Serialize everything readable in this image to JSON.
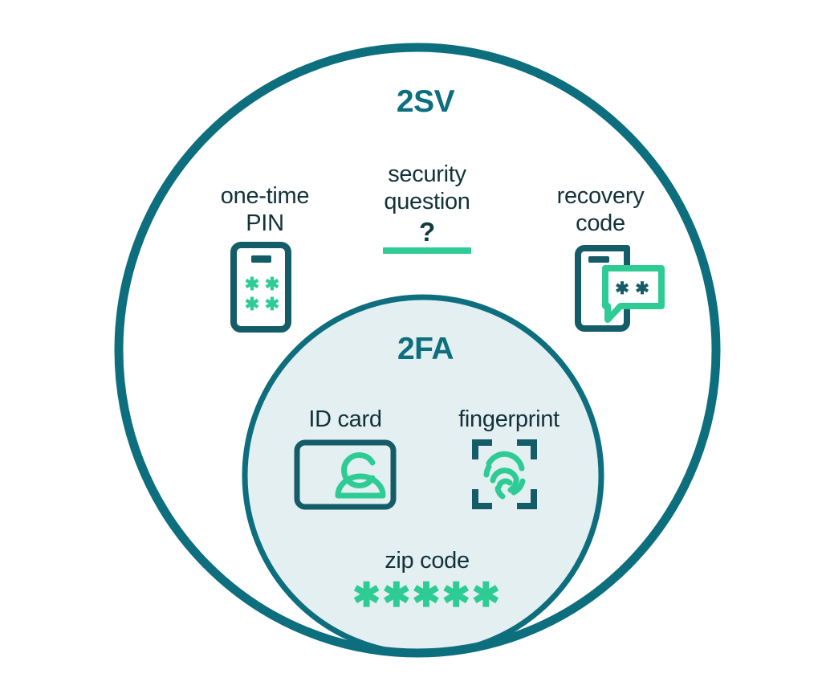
{
  "diagram": {
    "type": "venn",
    "description": "Nested Venn diagram showing 2FA as a subset of 2SV authentication factors",
    "colors": {
      "outer_circle_stroke": "#0d6e7e",
      "inner_circle_stroke": "#0d6e7e",
      "inner_circle_fill": "#e3eff1",
      "title_text": "#0d6e7e",
      "label_text": "#12323a",
      "accent_green": "#2ecc94",
      "icon_dark": "#145c68",
      "background": "#ffffff"
    },
    "outer_set": {
      "title": "2SV",
      "items": [
        {
          "label": "one-time\nPIN",
          "icon": "phone-pin-icon",
          "icon_detail": "phone outline with four green asterisks"
        },
        {
          "label": "security\nquestion",
          "icon": "question-mark-icon",
          "glyph": "?",
          "icon_detail": "bold question mark above a green underline bar"
        },
        {
          "label": "recovery\ncode",
          "icon": "phone-message-icon",
          "icon_detail": "phone with green chat bubble containing two asterisks"
        }
      ]
    },
    "inner_set": {
      "title": "2FA",
      "items": [
        {
          "label": "ID card",
          "icon": "id-card-icon",
          "icon_detail": "card outline with green person silhouette"
        },
        {
          "label": "fingerprint",
          "icon": "fingerprint-scan-icon",
          "icon_detail": "green fingerprint inside dark corner brackets"
        },
        {
          "label": "zip code",
          "icon": "asterisks-icon",
          "glyph": "✱✱✱✱✱",
          "icon_detail": "five green asterisks"
        }
      ]
    }
  }
}
